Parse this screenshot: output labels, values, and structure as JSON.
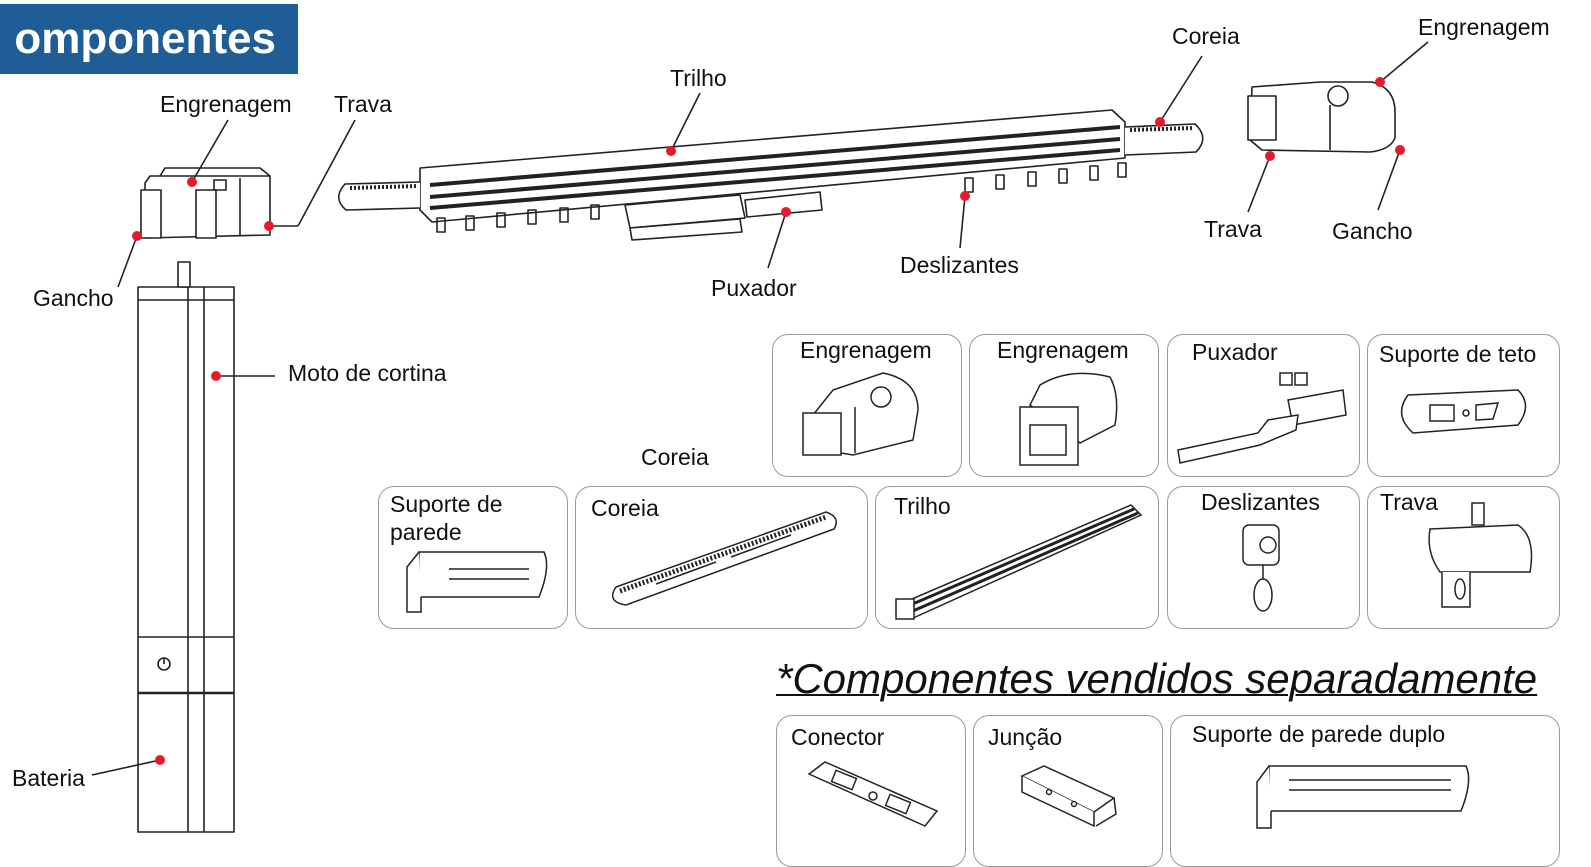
{
  "title": "omponentes",
  "main_labels": {
    "engrenagem_left": "Engrenagem",
    "trava_left": "Trava",
    "gancho_left": "Gancho",
    "trilho": "Trilho",
    "coreia_top": "Coreia",
    "engrenagem_right": "Engrenagem",
    "trava_right": "Trava",
    "gancho_right": "Gancho",
    "puxador": "Puxador",
    "deslizantes": "Deslizantes",
    "motor": "Moto de cortina",
    "bateria": "Bateria",
    "coreia_mid": "Coreia"
  },
  "cards": {
    "engrenagem1": "Engrenagem",
    "engrenagem2": "Engrenagem",
    "puxador": "Puxador",
    "suporte_teto": "Suporte de teto",
    "suporte_parede_l1": "Suporte de",
    "suporte_parede_l2": "parede",
    "coreia": "Coreia",
    "trilho": "Trilho",
    "deslizantes": "Deslizantes",
    "trava": "Trava",
    "conector": "Conector",
    "juncao": "Junção",
    "suporte_duplo": "Suporte de parede duplo"
  },
  "note": "*Componentes vendidos separadamente",
  "colors": {
    "title_bg": "#1f5d96",
    "marker": "#e8192c",
    "line": "#222222",
    "card_border": "#9a9a9a"
  }
}
